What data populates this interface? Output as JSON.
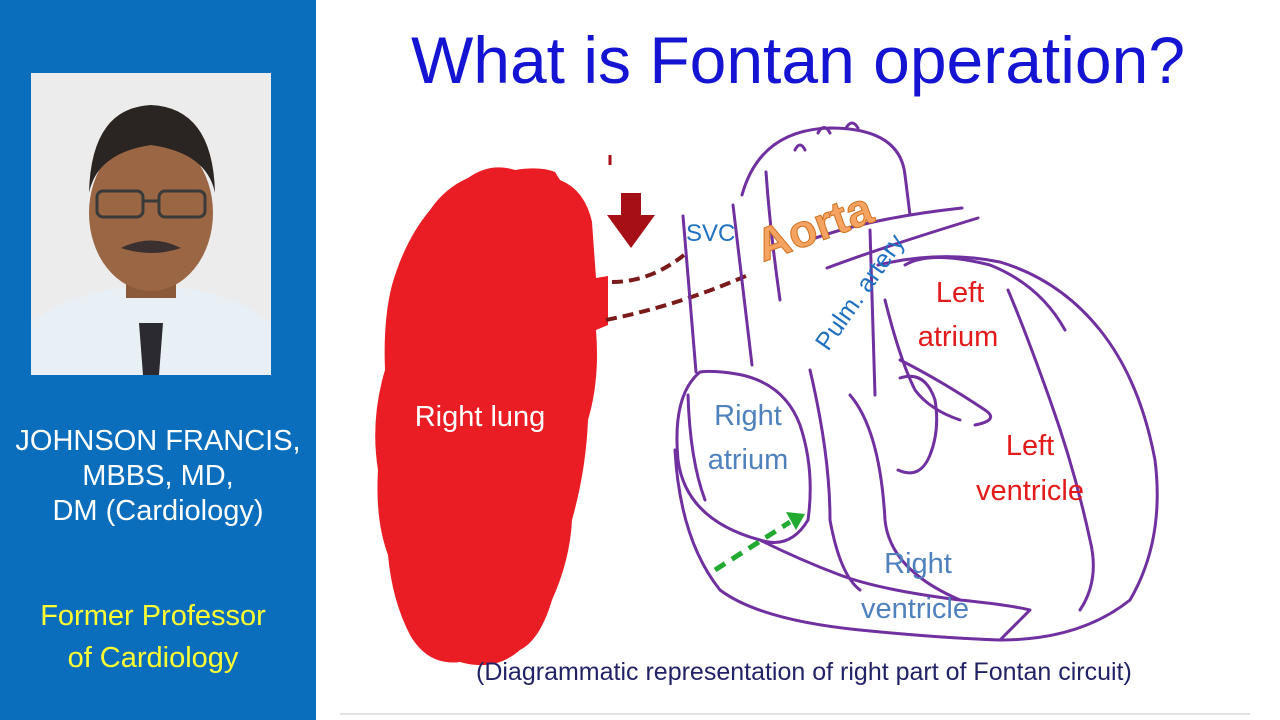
{
  "slide": {
    "title": "What is Fontan operation?",
    "caption": "(Diagrammatic representation of right part of Fontan circuit)"
  },
  "presenter": {
    "name_lines": [
      "JOHNSON FRANCIS,",
      "MBBS, MD,",
      "DM (Cardiology)"
    ],
    "role_lines": [
      "Former Professor",
      "of Cardiology"
    ]
  },
  "diagram_labels": {
    "right_lung": "Right lung",
    "svc": "SVC",
    "aorta": "Aorta",
    "pulm_artery": "Pulm. artery",
    "left_atrium_1": "Left",
    "left_atrium_2": "atrium",
    "right_atrium_1": "Right",
    "right_atrium_2": "atrium",
    "left_ventricle_1": "Left",
    "left_ventricle_2": "ventricle",
    "right_ventricle_1": "Right",
    "right_ventricle_2": "ventricle"
  },
  "colors": {
    "sidebar": "#0a6ebd",
    "title": "#1414d2",
    "lung": "#ea1c24",
    "heart_outline": "#7030a0",
    "aorta_label": "#f4a460",
    "right_side_label": "#4f81bd",
    "left_side_label": "#e31a1a",
    "arrow_down": "#a50f15",
    "dashed_conduit": "#7b1a1a",
    "dashed_arrow": "#22aa33",
    "role_text": "#ffff33"
  },
  "icons": [
    "down-arrow-icon",
    "dashed-arrow-icon",
    "presenter-photo"
  ]
}
